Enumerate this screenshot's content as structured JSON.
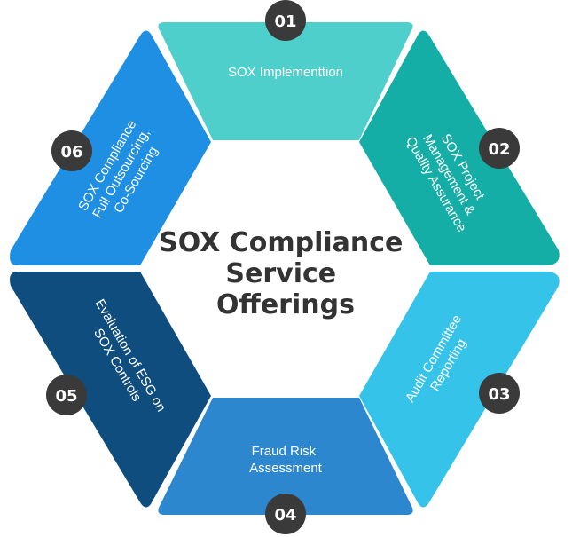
{
  "center": {
    "lines": [
      "SOX Compliance",
      "Service",
      "Offerings"
    ],
    "text_color": "#333333"
  },
  "badge_color": "#3a3a3a",
  "segments": [
    {
      "number": "01",
      "label_lines": [
        "SOX Implementtion"
      ],
      "color": "#4fcfcc"
    },
    {
      "number": "02",
      "label_lines": [
        "SOX Project",
        "Management &",
        "Quality Assurance"
      ],
      "color": "#14aea6"
    },
    {
      "number": "03",
      "label_lines": [
        "Audit Committee",
        "Reporting"
      ],
      "color": "#36c3ea"
    },
    {
      "number": "04",
      "label_lines": [
        "Fraud Risk",
        "Assessment"
      ],
      "color": "#2c87ce"
    },
    {
      "number": "05",
      "label_lines": [
        "Evaluation of ESG on",
        "SOX Controls"
      ],
      "color": "#0f4d7e"
    },
    {
      "number": "06",
      "label_lines": [
        "SOX Compliance",
        "Full Outsourcing,",
        "Co-Sourcing"
      ],
      "color": "#1f8fe3"
    }
  ]
}
